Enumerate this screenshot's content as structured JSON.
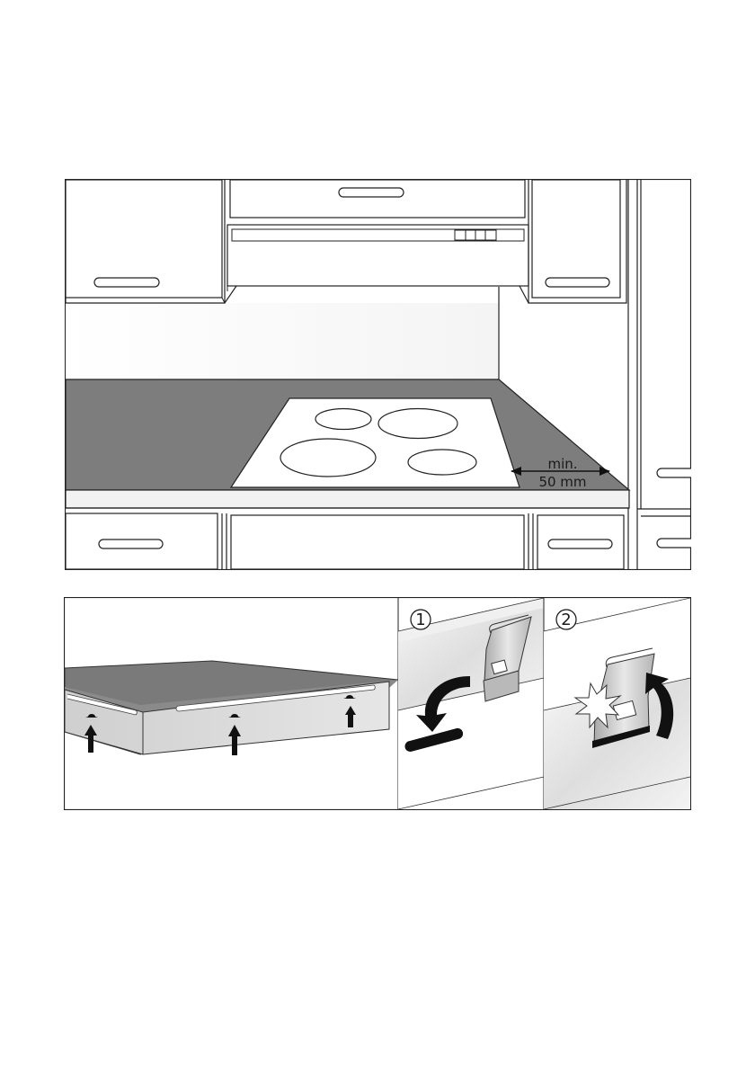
{
  "kitchen_diagram": {
    "clearance_label_line1": "min.",
    "clearance_label_line2": "50 mm"
  },
  "clip_steps": {
    "step1_number": "1",
    "step2_number": "2"
  }
}
